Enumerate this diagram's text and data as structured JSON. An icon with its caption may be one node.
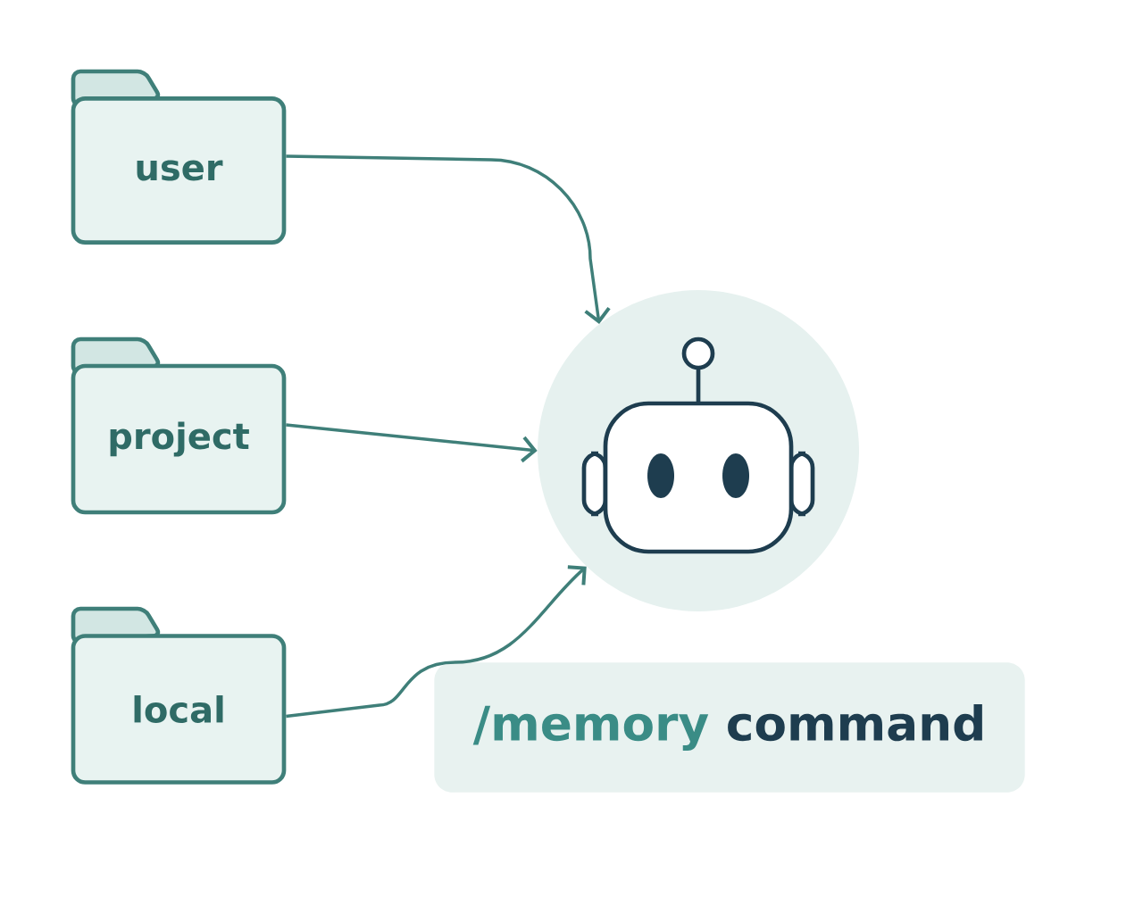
{
  "diagram": {
    "nodes": [
      {
        "text": [
          "user"
        ]
      },
      {
        "text": [
          "project"
        ]
      },
      {
        "text": [
          "local"
        ]
      },
      {
        "text": [],
        "shape": "circle"
      },
      {
        "text": [
          "/memory",
          "command"
        ]
      }
    ],
    "edges": [
      {
        "from": 0,
        "to": 3,
        "arrow": "to"
      },
      {
        "from": 1,
        "to": 3,
        "arrow": "to"
      },
      {
        "from": 2,
        "to": 3,
        "arrow": "to"
      }
    ]
  }
}
